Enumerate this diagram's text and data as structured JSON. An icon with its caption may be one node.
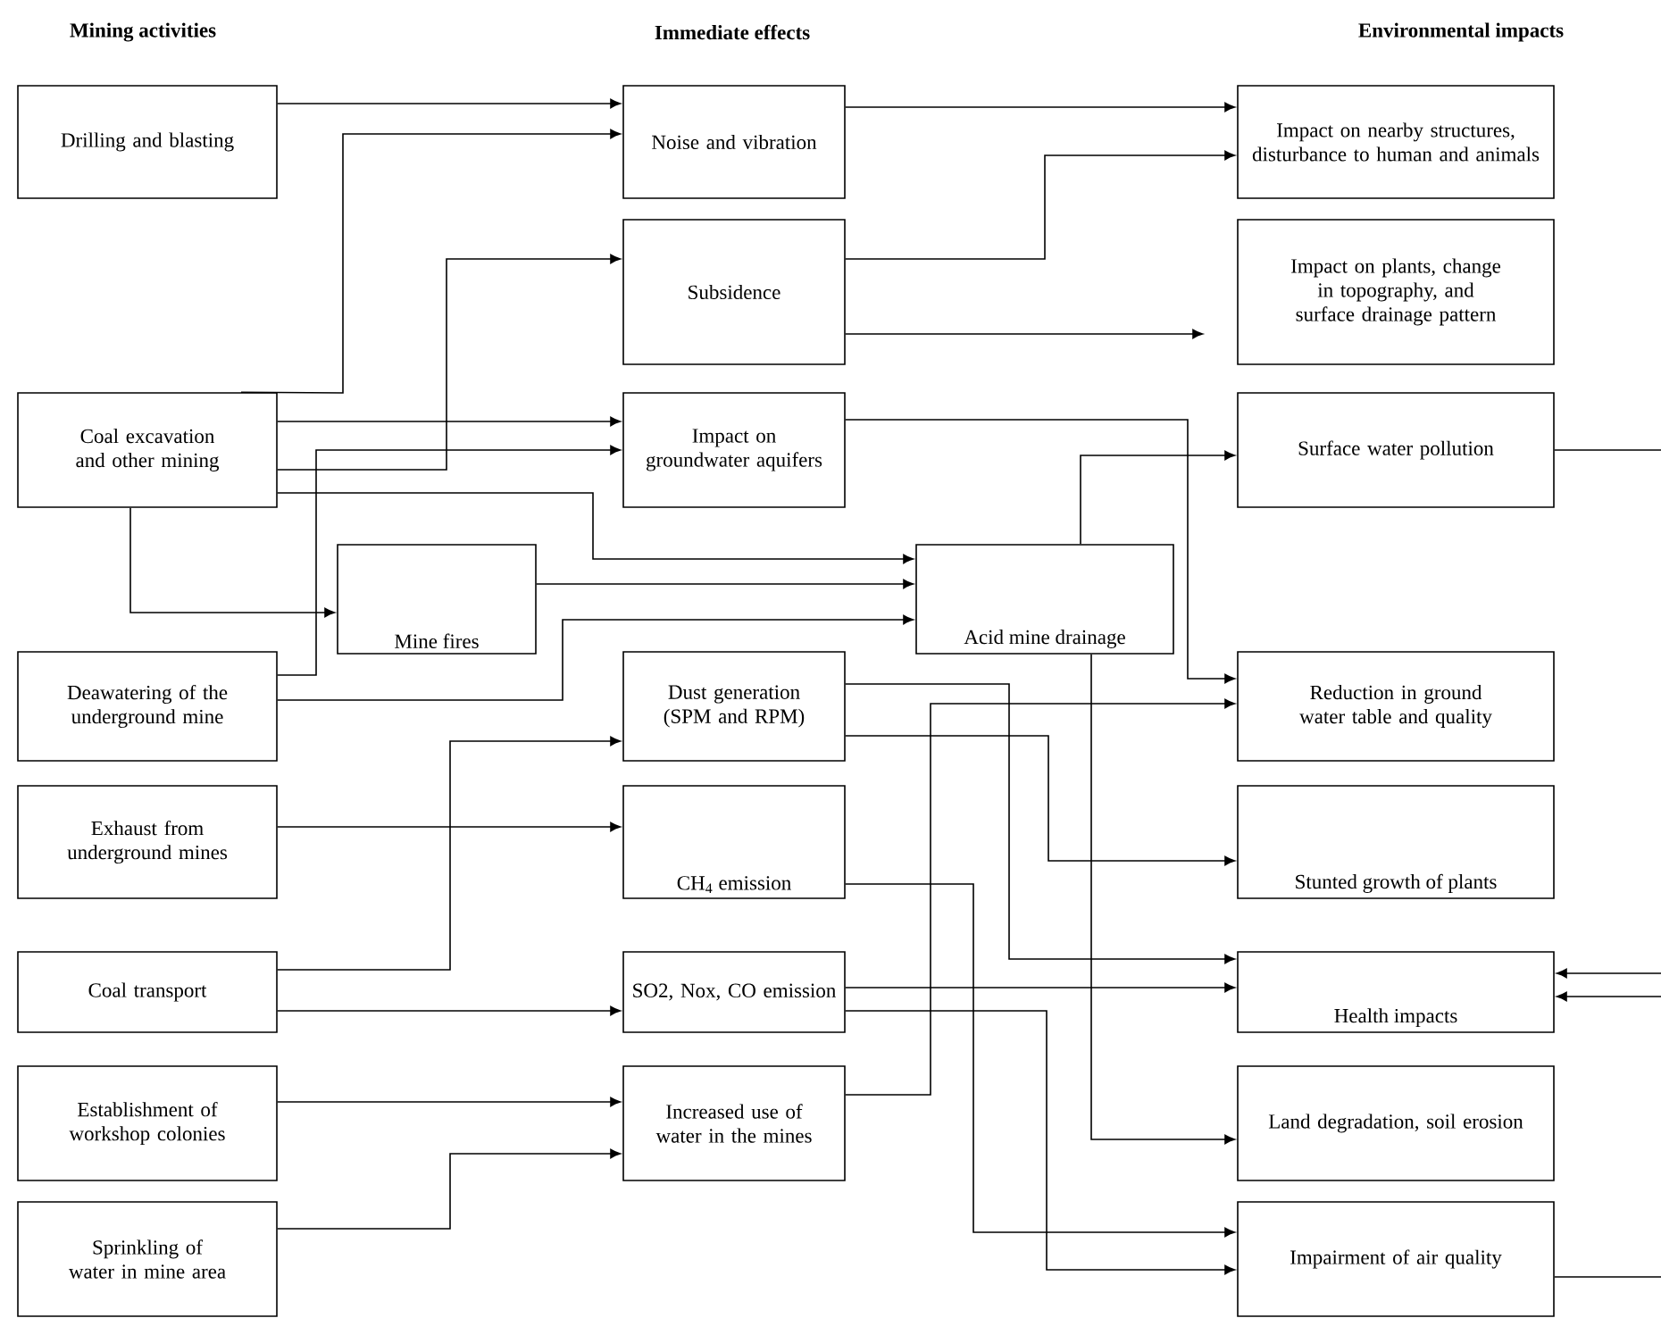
{
  "diagram": {
    "nodes": [
      {
        "text": [
          "Drilling and blasting"
        ]
      },
      {
        "text": [
          "Coal excavation and other mining"
        ]
      },
      {
        "text": [
          "Deawatering of the underground mine"
        ]
      },
      {
        "text": [
          "Exhaust from underground mines"
        ]
      },
      {
        "text": [
          "Coal transport"
        ]
      },
      {
        "text": [
          "Establishment of workshop colonies"
        ]
      },
      {
        "text": [
          "Sprinkling of water in mine area"
        ]
      },
      {
        "text": [
          "Noise and vibration"
        ]
      },
      {
        "text": [
          "Subsidence"
        ]
      },
      {
        "text": [
          "Impact on groundwater aquifers"
        ]
      },
      {
        "text": [
          "Mine fires"
        ]
      },
      {
        "text": [
          "Acid mine drainage"
        ]
      },
      {
        "text": [
          "Dust generation (SPM and RPM)"
        ]
      },
      {
        "text": [
          "CH$_{4}$ emission"
        ]
      },
      {
        "text": [
          "SO2, Nox, CO emission"
        ]
      },
      {
        "text": [
          "Increased use of water in the mines"
        ]
      },
      {
        "text": [
          "Impact on nearby structures, disturbance to human and animals"
        ]
      },
      {
        "text": [
          "Impact on plants, change in topography,  and surface drainage pattern"
        ]
      },
      {
        "text": [
          "Surface water pollution"
        ]
      },
      {
        "text": [
          "Reduction in ground water table and quality"
        ]
      },
      {
        "text": [
          "Stunted growth of plants"
        ]
      },
      {
        "text": [
          "Health impacts"
        ]
      },
      {
        "text": [
          "Land degradation, soil erosion"
        ]
      },
      {
        "text": [
          "Impairment of air quality"
        ]
      }
    ],
    "edges": [
      {
        "from": 0,
        "to": 7,
        "arrow": "to"
      },
      {
        "from": 1,
        "to": 7,
        "arrow": "to"
      },
      {
        "from": 1,
        "to": 9,
        "arrow": "to"
      },
      {
        "from": 1,
        "to": 8,
        "arrow": "to"
      },
      {
        "from": 1,
        "to": 11,
        "arrow": "to"
      },
      {
        "from": 1,
        "to": 10,
        "arrow": "to"
      },
      {
        "from": 2,
        "to": 9,
        "arrow": "to"
      },
      {
        "from": 2,
        "to": 11,
        "arrow": "to"
      },
      {
        "from": 10,
        "to": 11,
        "arrow": "to"
      },
      {
        "from": 7,
        "to": 16,
        "arrow": "to"
      },
      {
        "from": 8,
        "to": 16,
        "arrow": "to"
      },
      {
        "from": 8,
        "to": 17,
        "arrow": "to"
      },
      {
        "from": 9,
        "to": 19,
        "arrow": "to"
      },
      {
        "from": 11,
        "to": 18,
        "arrow": "to"
      },
      {
        "from": 11,
        "to": 22,
        "arrow": "to"
      },
      {
        "from": 18,
        "to": null,
        "arrow": "none"
      },
      {
        "from": 12,
        "to": 21,
        "arrow": "to"
      },
      {
        "from": 12,
        "to": 20,
        "arrow": "to"
      },
      {
        "from": 15,
        "to": 19,
        "arrow": "to"
      },
      {
        "from": 13,
        "to": 23,
        "arrow": "to"
      },
      {
        "from": 14,
        "to": 21,
        "arrow": "to"
      },
      {
        "from": 14,
        "to": 23,
        "arrow": "to"
      },
      {
        "from": null,
        "to": 21,
        "arrow": "to"
      },
      {
        "from": null,
        "to": 21,
        "arrow": "to"
      },
      {
        "from": 23,
        "to": null,
        "arrow": "none"
      },
      {
        "from": 3,
        "to": 13,
        "arrow": "to"
      },
      {
        "from": 4,
        "to": 12,
        "arrow": "to"
      },
      {
        "from": 4,
        "to": 14,
        "arrow": "to"
      },
      {
        "from": 5,
        "to": 15,
        "arrow": "to"
      },
      {
        "from": 6,
        "to": 15,
        "arrow": "to"
      }
    ],
    "labels": [
      "Mining activities",
      "Immediate effects",
      "Environmental impacts"
    ]
  }
}
